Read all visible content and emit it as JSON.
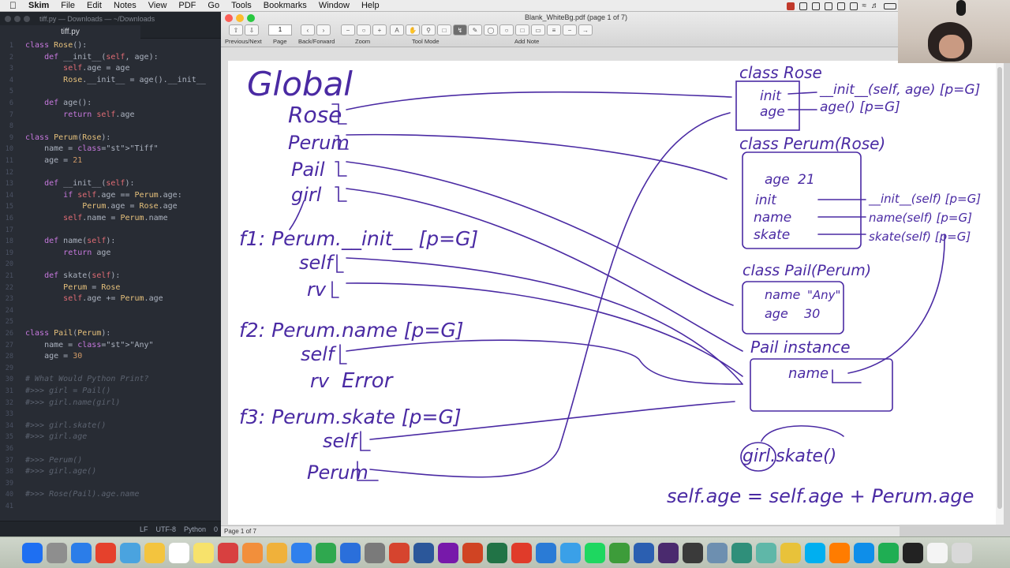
{
  "menubar": {
    "apple": "",
    "app_name": "Skim",
    "items": [
      "File",
      "Edit",
      "Notes",
      "View",
      "PDF",
      "Go",
      "Tools",
      "Bookmarks",
      "Window",
      "Help"
    ]
  },
  "editor": {
    "window_title": "tiff.py — Downloads — ~/Downloads",
    "tab_label": "tiff.py",
    "status": {
      "line_ending": "LF",
      "encoding": "UTF-8",
      "grammar": "Python",
      "issues": "0"
    },
    "lines": [
      {
        "n": "1",
        "t": "class Rose():"
      },
      {
        "n": "2",
        "t": "    def __init__(self, age):"
      },
      {
        "n": "3",
        "t": "        self.age = age"
      },
      {
        "n": "4",
        "t": "        Rose.__init__ = age().__init__"
      },
      {
        "n": "5",
        "t": ""
      },
      {
        "n": "6",
        "t": "    def age():"
      },
      {
        "n": "7",
        "t": "        return self.age"
      },
      {
        "n": "8",
        "t": ""
      },
      {
        "n": "9",
        "t": "class Perum(Rose):"
      },
      {
        "n": "10",
        "t": "    name = \"Tiff\""
      },
      {
        "n": "11",
        "t": "    age = 21"
      },
      {
        "n": "12",
        "t": ""
      },
      {
        "n": "13",
        "t": "    def __init__(self):"
      },
      {
        "n": "14",
        "t": "        if self.age == Perum.age:"
      },
      {
        "n": "15",
        "t": "            Perum.age = Rose.age"
      },
      {
        "n": "16",
        "t": "        self.name = Perum.name"
      },
      {
        "n": "17",
        "t": ""
      },
      {
        "n": "18",
        "t": "    def name(self):"
      },
      {
        "n": "19",
        "t": "        return age"
      },
      {
        "n": "20",
        "t": ""
      },
      {
        "n": "21",
        "t": "    def skate(self):"
      },
      {
        "n": "22",
        "t": "        Perum = Rose"
      },
      {
        "n": "23",
        "t": "        self.age += Perum.age"
      },
      {
        "n": "24",
        "t": ""
      },
      {
        "n": "25",
        "t": ""
      },
      {
        "n": "26",
        "t": "class Pail(Perum):"
      },
      {
        "n": "27",
        "t": "    name = \"Any\""
      },
      {
        "n": "28",
        "t": "    age = 30"
      },
      {
        "n": "29",
        "t": ""
      },
      {
        "n": "30",
        "t": "# What Would Python Print?"
      },
      {
        "n": "31",
        "t": "#>>> girl = Pail()"
      },
      {
        "n": "32",
        "t": "#>>> girl.name(girl)"
      },
      {
        "n": "33",
        "t": ""
      },
      {
        "n": "34",
        "t": "#>>> girl.skate()"
      },
      {
        "n": "35",
        "t": "#>>> girl.age"
      },
      {
        "n": "36",
        "t": ""
      },
      {
        "n": "37",
        "t": "#>>> Perum()"
      },
      {
        "n": "38",
        "t": "#>>> girl.age()"
      },
      {
        "n": "39",
        "t": ""
      },
      {
        "n": "40",
        "t": "#>>> Rose(Pail).age.name"
      },
      {
        "n": "41",
        "t": ""
      }
    ]
  },
  "skim": {
    "window_title": "Blank_WhiteBg.pdf (page 1 of 7)",
    "toolbar": {
      "prev_next_label": "Previous/Next",
      "page_label": "Page",
      "page_value": "1",
      "back_forward_label": "Back/Forward",
      "zoom_label": "Zoom",
      "tool_mode_label": "Tool Mode",
      "add_note_label": "Add Note"
    },
    "status_text": "Page 1 of 7"
  },
  "whiteboard": {
    "global_title": "Global",
    "global_vars": [
      "Rose",
      "Perum",
      "Pail",
      "girl"
    ],
    "frames": [
      {
        "title": "f1: Perum.__init__ [p=G]",
        "vars": [
          "self",
          "rv"
        ]
      },
      {
        "title": "f2: Perum.name [p=G]",
        "vars": [
          "self",
          "rv"
        ],
        "rv_value": "Error"
      },
      {
        "title": "f3: Perum.skate [p=G]",
        "vars": [
          "self",
          "Perum"
        ]
      }
    ],
    "class_rose": {
      "title": "class Rose",
      "rows": [
        "init",
        "age"
      ],
      "right": [
        "__init__(self, age) [p=G]",
        "age() [p=G]"
      ]
    },
    "class_perum": {
      "title": "class Perum(Rose)",
      "rows": [
        "age",
        "init",
        "name",
        "skate"
      ],
      "age_value": "21",
      "right": [
        "__init__(self) [p=G]",
        "name(self) [p=G]",
        "skate(self) [p=G]"
      ]
    },
    "class_pail": {
      "title": "class Pail(Perum)",
      "rows": [
        "name",
        "age"
      ],
      "values": [
        "\"Any\"",
        "30"
      ]
    },
    "instance": {
      "title": "Pail instance",
      "rows": [
        "name"
      ]
    },
    "expr1": "girl.skate()",
    "expr2": "self.age = self.age + Perum.age"
  },
  "dock": {
    "icons": [
      "finder",
      "launchpad",
      "safari",
      "chrome",
      "preview",
      "notes",
      "calendar",
      "notes-yellow",
      "photo-booth",
      "photos",
      "pages-pen",
      "keynote",
      "numbers",
      "finder-blue",
      "system-prefs",
      "mathematica",
      "word",
      "onenote",
      "powerpoint",
      "excel",
      "acrobat",
      "cortana",
      "xcode",
      "spotify",
      "camtasia",
      "photoshop",
      "premiere",
      "quicktime",
      "screenshot",
      "sourcetree",
      "atom",
      "pencil",
      "skype",
      "illustrator",
      "teamviewer",
      "camtasia-green",
      "terminal",
      "document",
      "trash"
    ]
  }
}
